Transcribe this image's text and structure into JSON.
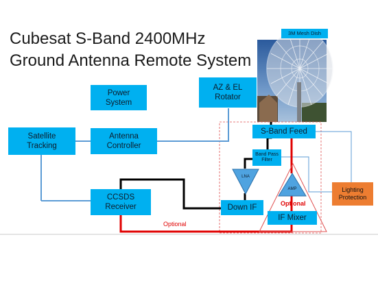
{
  "title": {
    "line1": "Cubesat S-Band 2400MHz",
    "line2": "Ground Antenna Remote System"
  },
  "dish": {
    "label": "3M Mesh Dish"
  },
  "blocks": {
    "power_system": "Power System",
    "az_el_rotator": "AZ & EL Rotator",
    "satellite_tracking": "Satellite Tracking",
    "antenna_controller": "Antenna Controller",
    "sband_feed": "S-Band Feed",
    "band_pass_filter": "Band Pass Filter",
    "lna": "LNA",
    "amp": "AMP",
    "down_if": "Down IF",
    "if_mixer": "IF Mixer",
    "ccsds_receiver": "CCSDS Receiver",
    "lighting_protection": "Lighting Protection"
  },
  "labels": {
    "optional_bottom": "Optional",
    "optional_amp": "Optional"
  },
  "colors": {
    "block_fill": "#00b0f0",
    "control_line": "#5b9bd5",
    "signal_line": "#000000",
    "optional_line": "#e00000",
    "protection_fill": "#ed7d31"
  }
}
